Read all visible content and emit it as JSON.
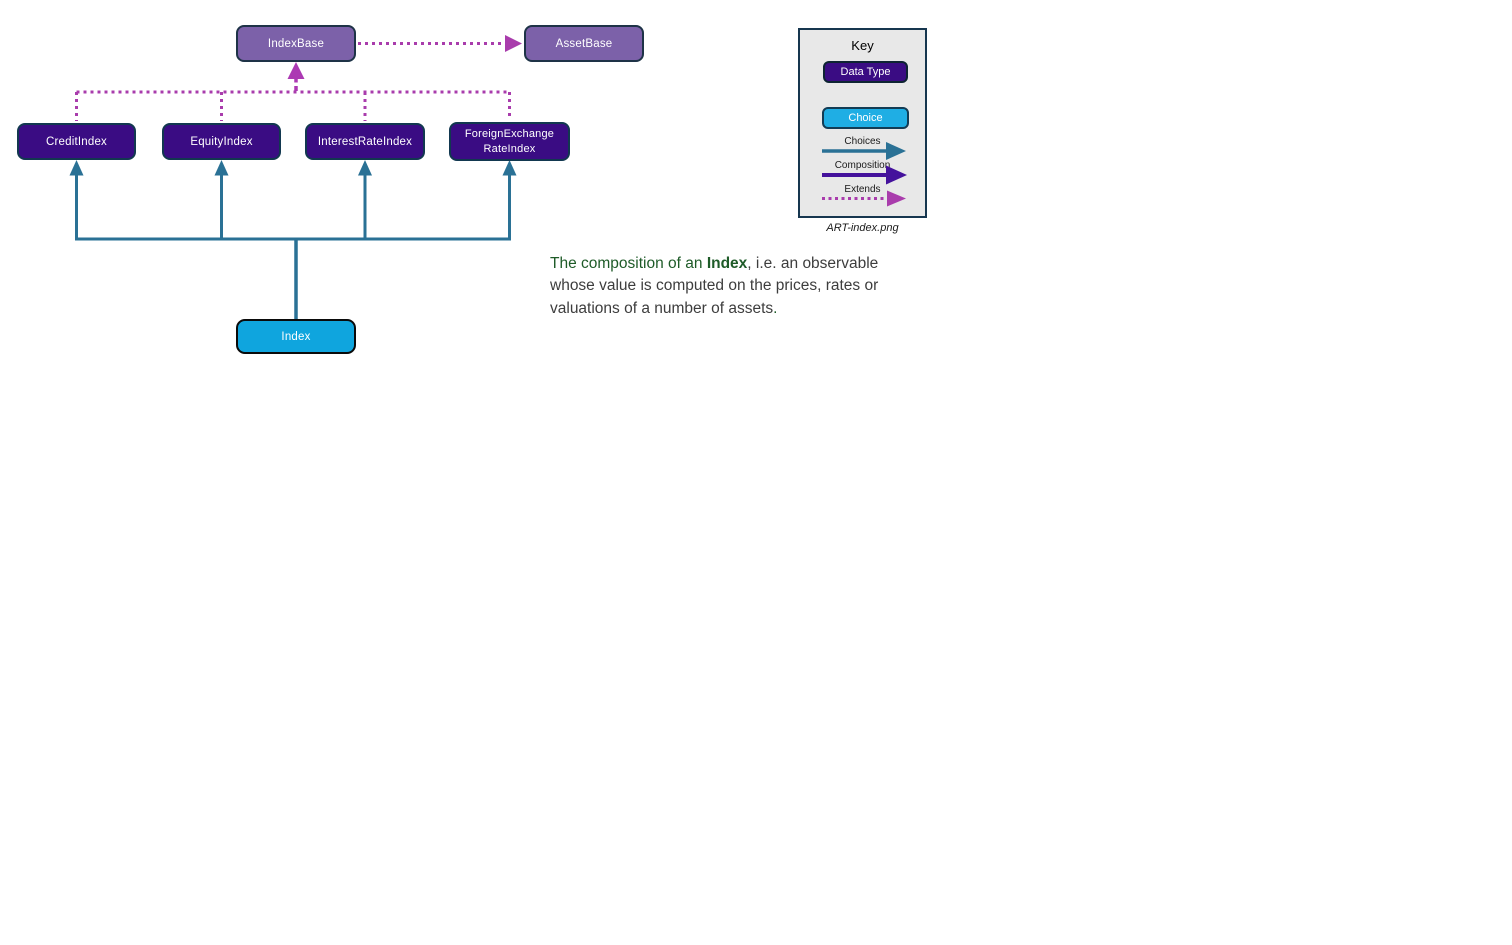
{
  "nodes": {
    "index_base": "IndexBase",
    "asset_base": "AssetBase",
    "credit_index": "CreditIndex",
    "equity_index": "EquityIndex",
    "interest_rate_index": "InterestRateIndex",
    "foreign_exchange_rate_index": "ForeignExchange RateIndex",
    "index": "Index"
  },
  "key": {
    "title": "Key",
    "data_type_label": "Data Type",
    "choice_label": "Choice",
    "arrows": [
      {
        "label": "Choices",
        "style": "solid",
        "color": "#2A7195"
      },
      {
        "label": "Composition",
        "style": "solid",
        "color": "#44119C"
      },
      {
        "label": "Extends",
        "style": "dotted",
        "color": "#A93CAC"
      }
    ],
    "caption": "ART-index.png"
  },
  "description": {
    "lead": "The composition of an ",
    "term": "Index",
    "body": ", i.e. an observable whose value is computed on the prices, rates or valuations of a number of assets",
    "period": "."
  },
  "colors": {
    "base_node_purple": "#7C61A9",
    "data_type_indigo": "#3A0C83",
    "choice_cyan": "#0FA5DE",
    "choices_arrow_teal": "#2A7195",
    "composition_arrow_purple": "#44119C",
    "extends_arrow_magenta": "#A93CAC",
    "key_background": "#E8E8E8",
    "text_green": "#1E5B28",
    "text_gray": "#3D3D3D"
  }
}
